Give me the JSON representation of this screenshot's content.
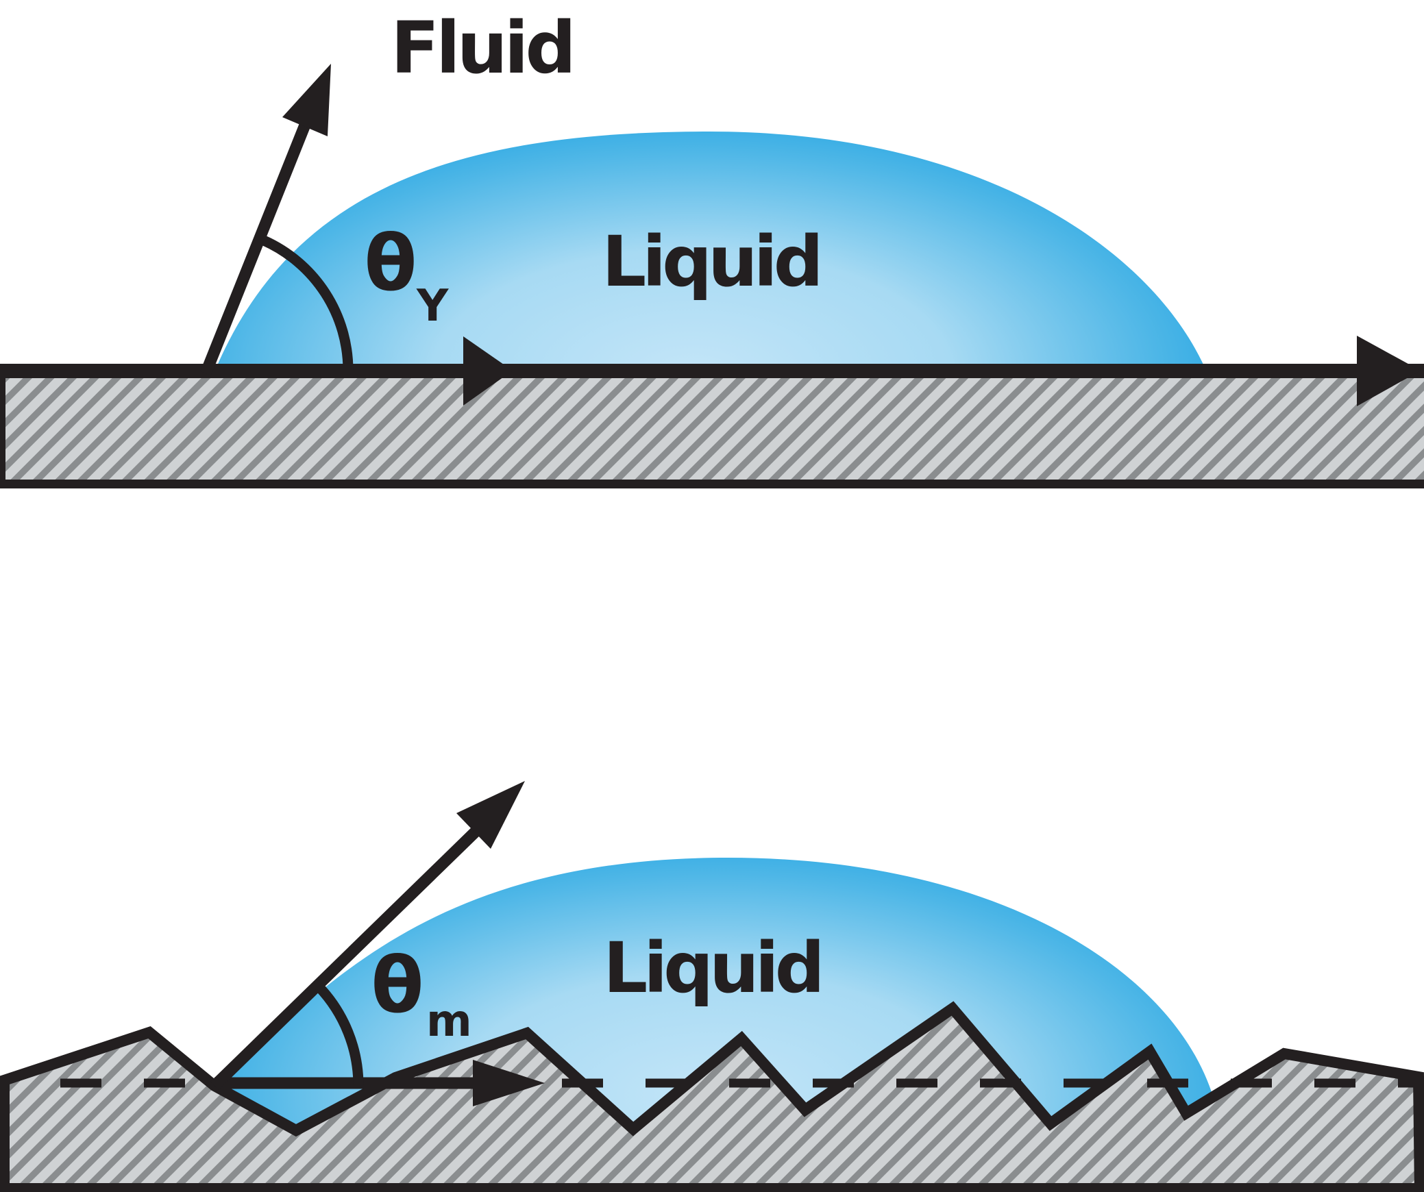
{
  "figure": {
    "description_top_panel": "liquid drop on smooth solid surface with Young contact angle",
    "description_bottom_panel": "liquid drop on rough solid surface with measured contact angle"
  },
  "labels": {
    "fluid": "Fluid",
    "liquid_top": "Liquid",
    "liquid_bottom": "Liquid",
    "theta_top": "θ",
    "theta_top_subscript": "Y",
    "theta_bottom": "θ",
    "theta_bottom_subscript": "m"
  },
  "colors": {
    "background": "#ffffff",
    "ink": "#231f20",
    "droplet_edge": "#129de0",
    "droplet_mid": "#4fb7e7",
    "droplet_light": "#a7daf3",
    "droplet_center": "#c3e5f8",
    "hatch_light": "#cfd2d4",
    "hatch_dark": "#8a8d8f"
  }
}
